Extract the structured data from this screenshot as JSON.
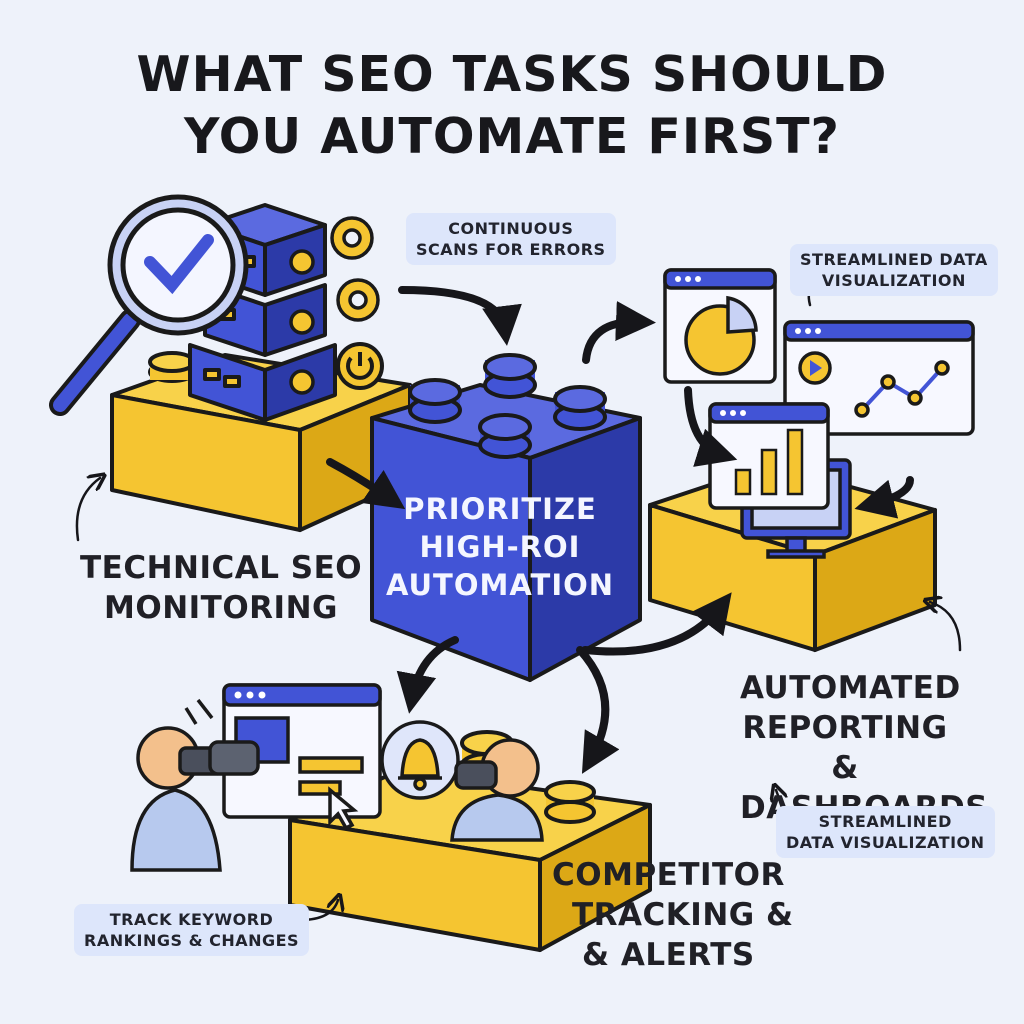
{
  "title": {
    "line1": "WHAT SEO TASKS SHOULD",
    "line2": "YOU AUTOMATE FIRST?"
  },
  "center": {
    "line1": "PRIORITIZE",
    "line2": "HIGH-ROI",
    "line3": "AUTOMATION"
  },
  "technical": {
    "line1": "TECHNICAL SEO",
    "line2": "MONITORING",
    "note_line1": "CONTINUOUS",
    "note_line2": "SCANS FOR ERRORS"
  },
  "reporting": {
    "line1": "AUTOMATED",
    "line2": "REPORTING &",
    "line3": "DASHBOARDS",
    "note_top_line1": "STREAMLINED DATA",
    "note_top_line2": "VISUALIZATION",
    "note_bottom_line1": "STREAMLINED",
    "note_bottom_line2": "DATA VISUALIZATION"
  },
  "competitor": {
    "line1": "COMPETITOR",
    "line2": "TRACKING &",
    "line3": "& ALERTS",
    "note_line1": "TRACK KEYWORD",
    "note_line2": "RANKINGS & CHANGES"
  },
  "colors": {
    "blue": "#4254d6",
    "blue_dark": "#2c3aa8",
    "yellow": "#f5c531",
    "yellow_dark": "#d9a616",
    "chip": "#dde6fb",
    "skin": "#f3c08c",
    "person": "#b7c9ee"
  },
  "icons": [
    "magnifier-check-icon",
    "server-stack-icon",
    "gear-icon",
    "power-icon",
    "pie-chart-icon",
    "line-chart-icon",
    "bar-chart-icon",
    "play-icon",
    "monitor-icon",
    "bell-icon",
    "binoculars-icon",
    "cursor-icon"
  ]
}
